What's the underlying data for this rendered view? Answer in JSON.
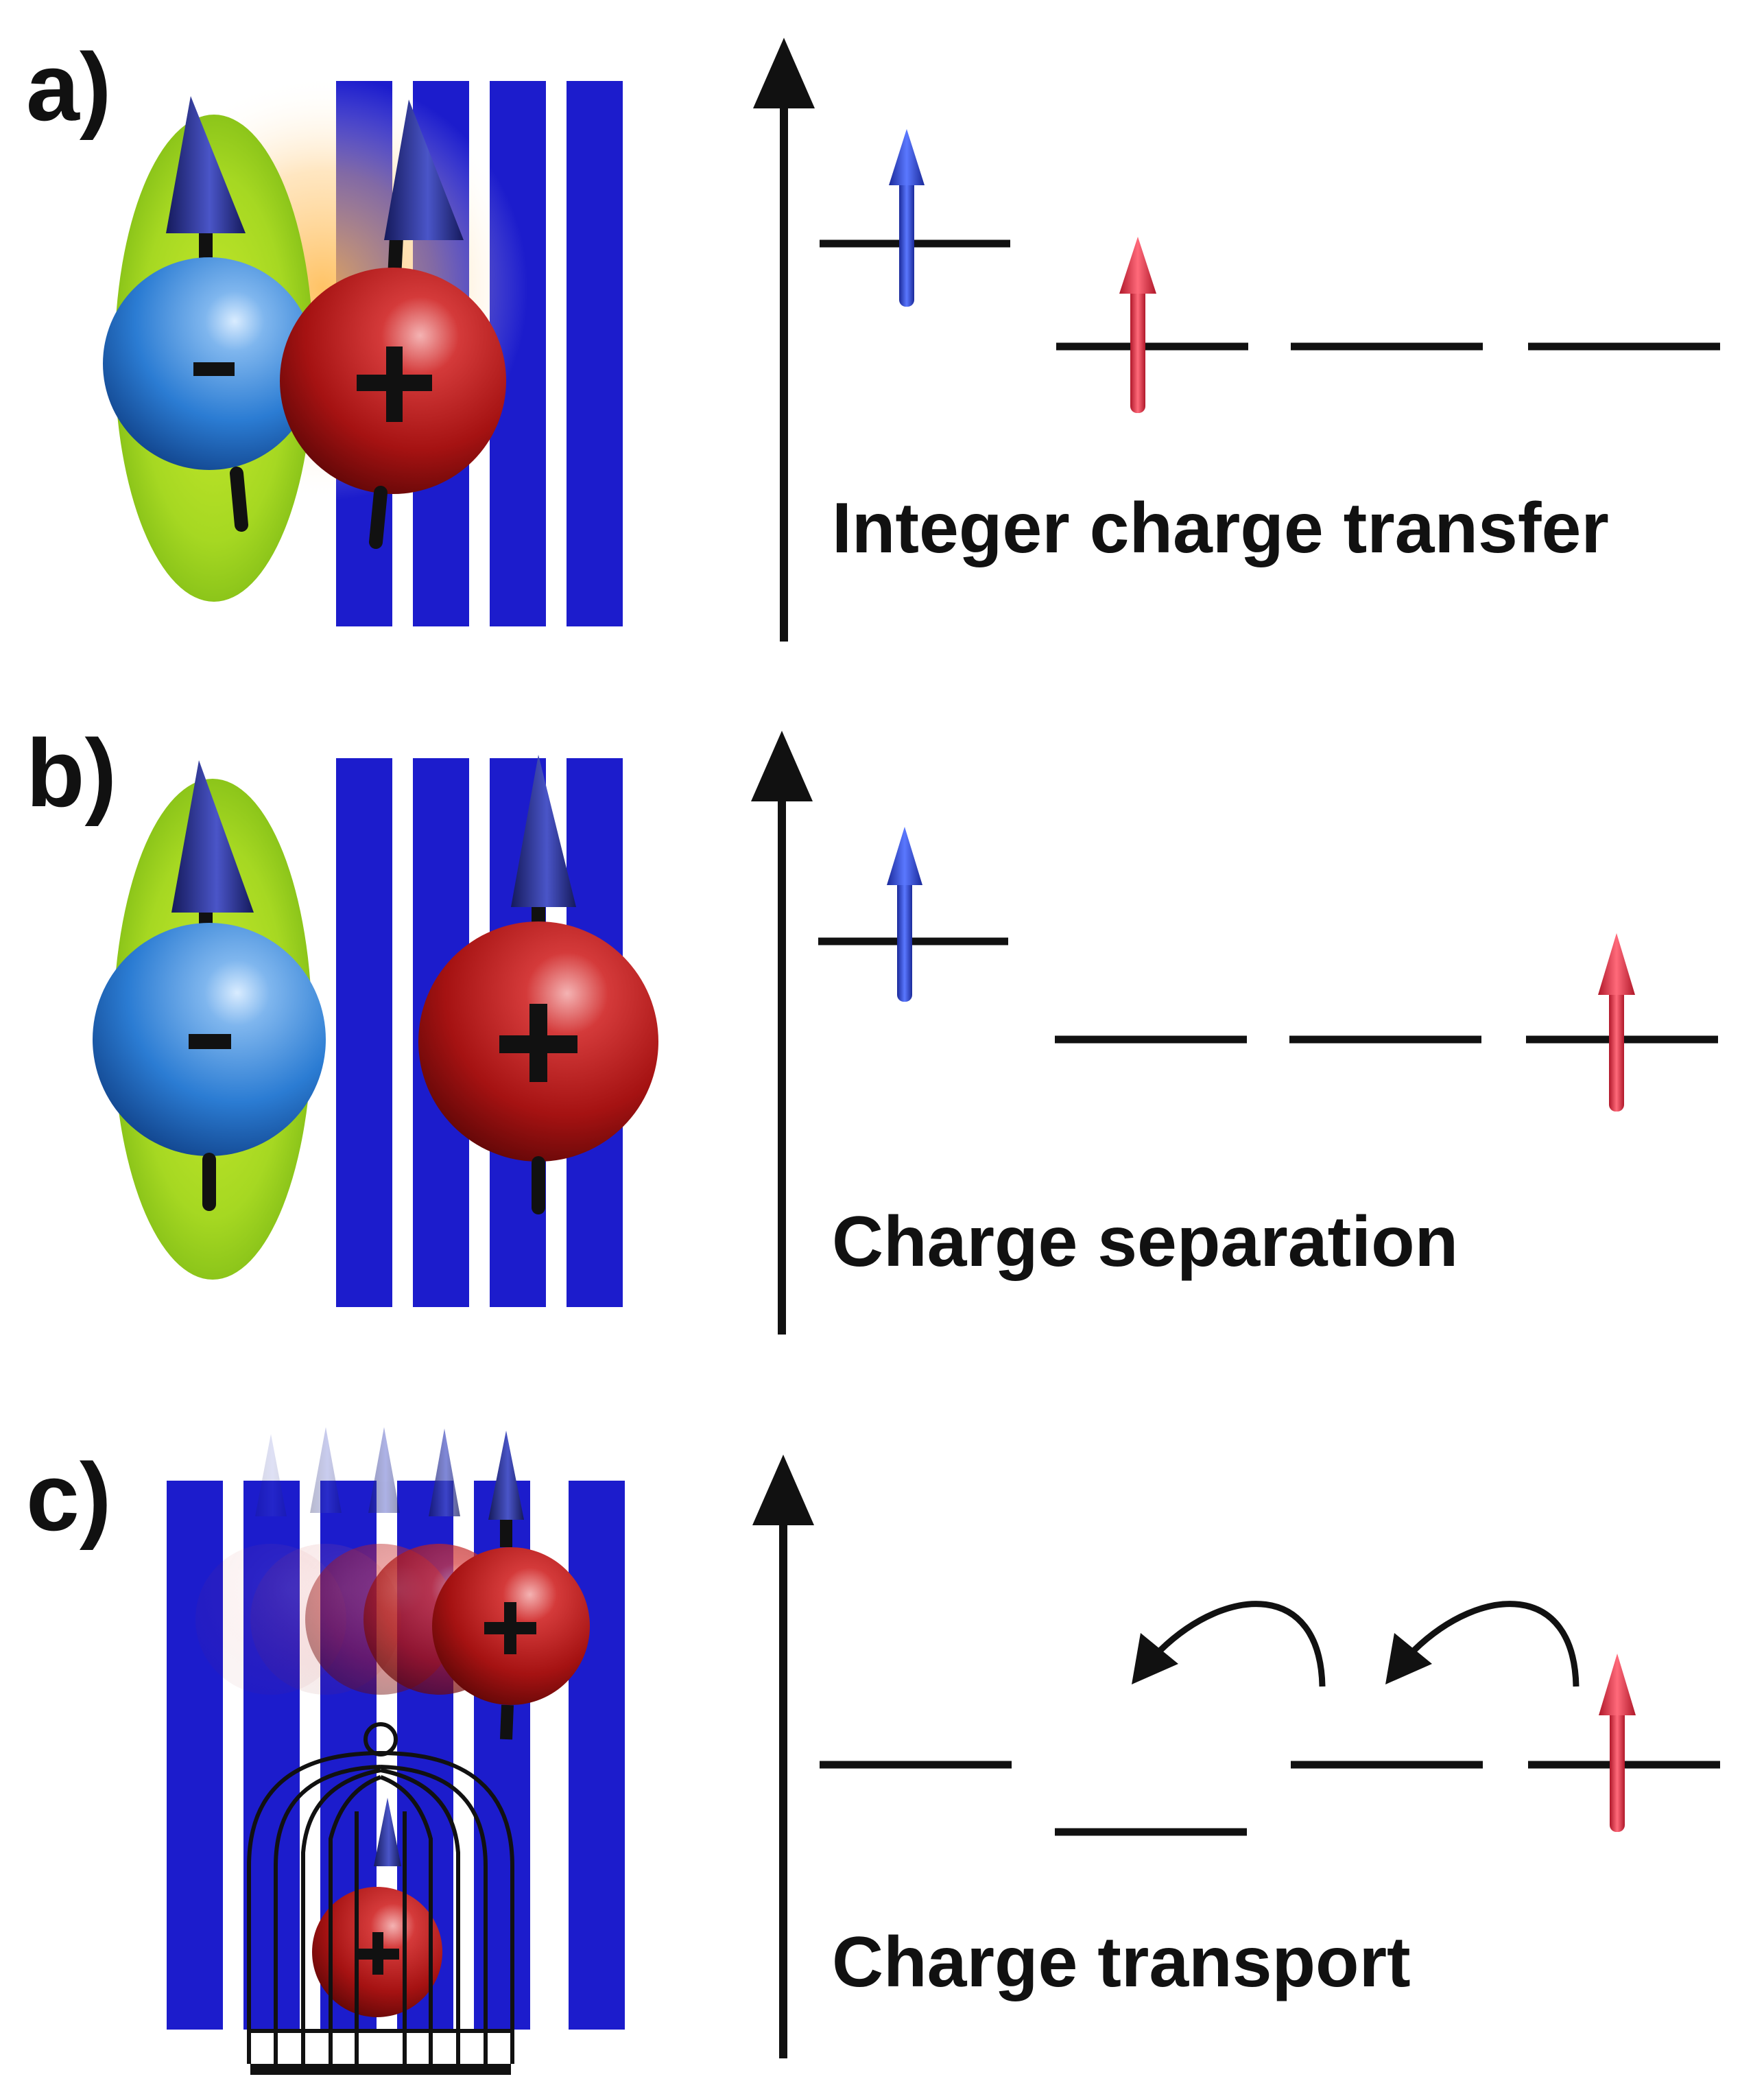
{
  "panels": [
    {
      "id": "a",
      "letter": "a)",
      "caption": "Integer charge transfer"
    },
    {
      "id": "b",
      "letter": "b)",
      "caption": "Charge separation"
    },
    {
      "id": "c",
      "letter": "c)",
      "caption": "Charge transport"
    }
  ],
  "charges": {
    "negative": "-",
    "positive": "+"
  },
  "colors": {
    "stripe": "#1c1ccc",
    "halo": "#9bd21c",
    "negative_sphere": "#2b7cd3",
    "positive_sphere": "#b51414",
    "blue_arrow": "#2030a8",
    "red_arrow": "#cc2a3a",
    "level_line": "#111111"
  }
}
